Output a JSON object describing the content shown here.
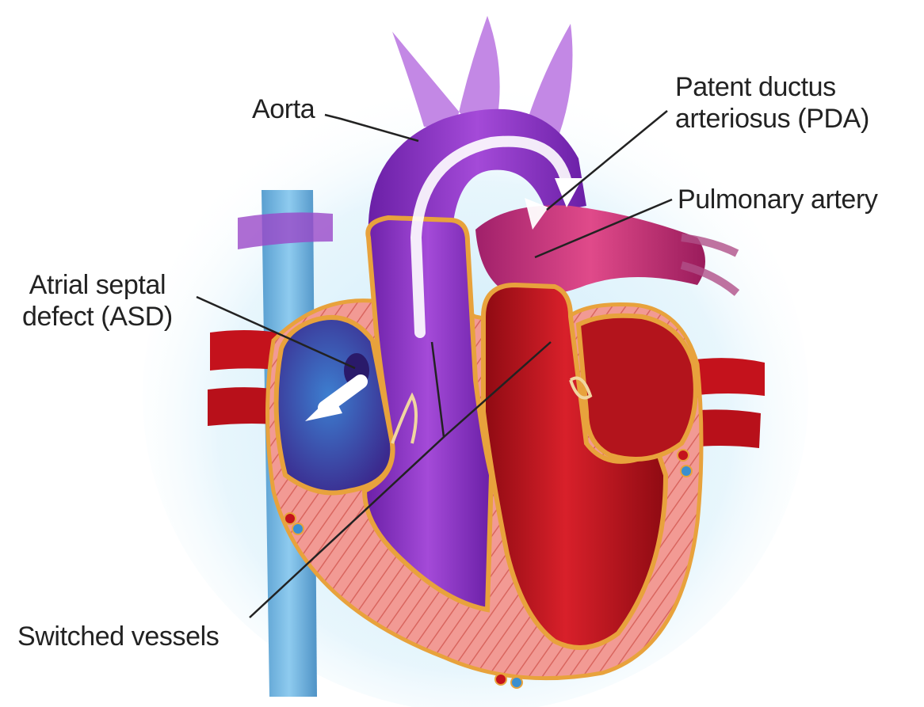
{
  "labels": {
    "aorta": "Aorta",
    "pda_line1": "Patent ductus",
    "pda_line2": "arteriosus (PDA)",
    "pulmonary_artery": "Pulmonary artery",
    "asd_line1": "Atrial septal",
    "asd_line2": "defect (ASD)",
    "switched_vessels": "Switched vessels"
  },
  "colors": {
    "deoxygenated": "#8a2fc4",
    "oxygenated": "#c4121c",
    "right_atrium": "#3a4fb0",
    "myocardium": "#f08a86",
    "valve_outline": "#e8a23c",
    "glow": "#bfe6f7",
    "leader_line": "#222222",
    "text": "#222222"
  }
}
